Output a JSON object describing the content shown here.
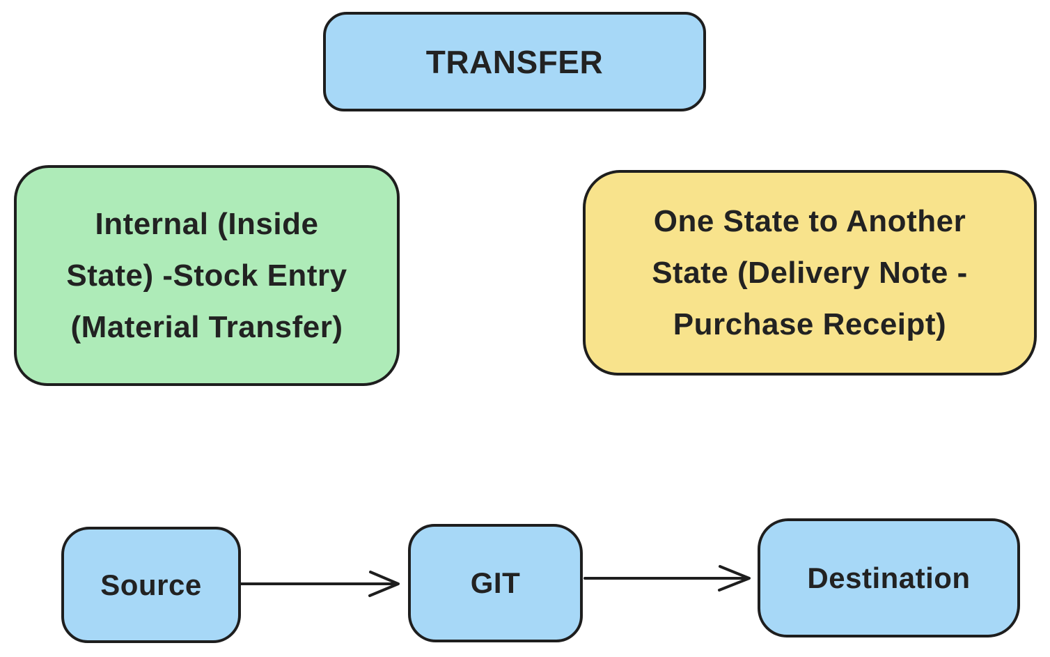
{
  "diagram": {
    "title": "TRANSFER"
  },
  "nodes": {
    "transfer": {
      "label": "TRANSFER",
      "lines": [
        "TRANSFER"
      ],
      "color": "#a7d8f7"
    },
    "internal": {
      "label": "Internal (Inside State) -Stock Entry (Material Transfer)",
      "lines": [
        "Internal (Inside",
        "State) -Stock Entry",
        "(Material Transfer)"
      ],
      "color": "#aeebb8"
    },
    "one_state": {
      "label": "One State to Another State (Delivery Note - Purchase Receipt)",
      "lines": [
        "One State to Another",
        "State (Delivery Note -",
        "Purchase Receipt)"
      ],
      "color": "#f8e38c"
    },
    "source": {
      "label": "Source",
      "lines": [
        "Source"
      ],
      "color": "#a7d8f7"
    },
    "git": {
      "label": "GIT",
      "lines": [
        "GIT"
      ],
      "color": "#a7d8f7"
    },
    "destination": {
      "label": "Destination",
      "lines": [
        "Destination"
      ],
      "color": "#a7d8f7"
    }
  },
  "arrows": [
    {
      "name": "source-to-git",
      "from": "Source",
      "to": "GIT",
      "direction": "right"
    },
    {
      "name": "git-to-destination",
      "from": "GIT",
      "to": "Destination",
      "direction": "right"
    }
  ],
  "colors": {
    "node_blue": "#a7d8f7",
    "node_green": "#aeebb8",
    "node_yellow": "#f8e38c",
    "stroke": "#1e1e1e",
    "text": "#222222",
    "background": "#ffffff"
  }
}
